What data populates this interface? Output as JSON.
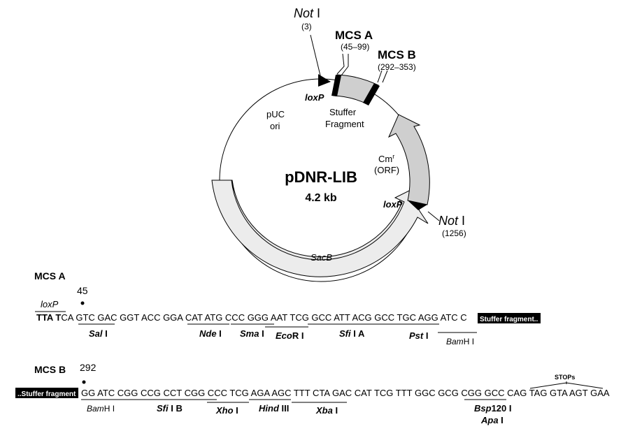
{
  "map": {
    "title": "pDNR-LIB",
    "size": "4.2 kb",
    "notI_top": {
      "name": "Not",
      "suffix": " I",
      "pos": "(3)"
    },
    "notI_right": {
      "name": "Not",
      "suffix": " I",
      "pos": "(1256)"
    },
    "mcsA": {
      "label": "MCS A",
      "range": "(45–99)"
    },
    "mcsB": {
      "label": "MCS B",
      "range": "(292–353)"
    },
    "loxP_top": "loxP",
    "loxP_right": "loxP",
    "puc_line1": "pUC",
    "puc_line2": "ori",
    "stuffer_line1": "Stuffer",
    "stuffer_line2": "Fragment",
    "cm_base": "Cm",
    "cm_sup": "r",
    "cm_orf": "(ORF)",
    "sacB": "SacB"
  },
  "mcs_a": {
    "heading": "MCS A",
    "position": "45",
    "loxp_label": "loxP",
    "seq_start": "TTA T",
    "seq_rest": "CA GTC GAC GGT ACC GGA CAT ATG CCC GGG AAT TCG GCC ATT ACG GCC TGC AGG ATC C",
    "box": "Stuffer fragment..",
    "enzymes": {
      "sal": {
        "it": "Sal",
        "rest": " I"
      },
      "nde": {
        "it": "Nde",
        "rest": " I"
      },
      "sma": {
        "it": "Sma",
        "rest": " I"
      },
      "eco": {
        "it": "Eco",
        "rest": "R I"
      },
      "sfi": {
        "it": "Sfi",
        "rest": " I A"
      },
      "pst": {
        "it": "Pst",
        "rest": " I"
      },
      "bam": {
        "it": "Bam",
        "rest": "H I"
      }
    }
  },
  "mcs_b": {
    "heading": "MCS B",
    "position": "292",
    "box": "..Stuffer fragment",
    "seq": "GG ATC CGG CCG CCT CGG CCC TCG AGA AGC TTT CTA GAC CAT TCG TTT GGC GCG CGG GCC CAG TAG GTA AGT GAA",
    "stops": "STOPs",
    "enzymes": {
      "bam": {
        "it": "Bam",
        "rest": "H I"
      },
      "sfi": {
        "it": "Sfi",
        "rest": " I B"
      },
      "xho": {
        "it": "Xho",
        "rest": " I"
      },
      "hind": {
        "it": "Hind",
        "rest": " III"
      },
      "xba": {
        "it": "Xba",
        "rest": " I"
      },
      "bsp": {
        "it": "Bsp",
        "rest": "120 I"
      },
      "apa": {
        "it": "Apa",
        "rest": " I"
      }
    }
  }
}
